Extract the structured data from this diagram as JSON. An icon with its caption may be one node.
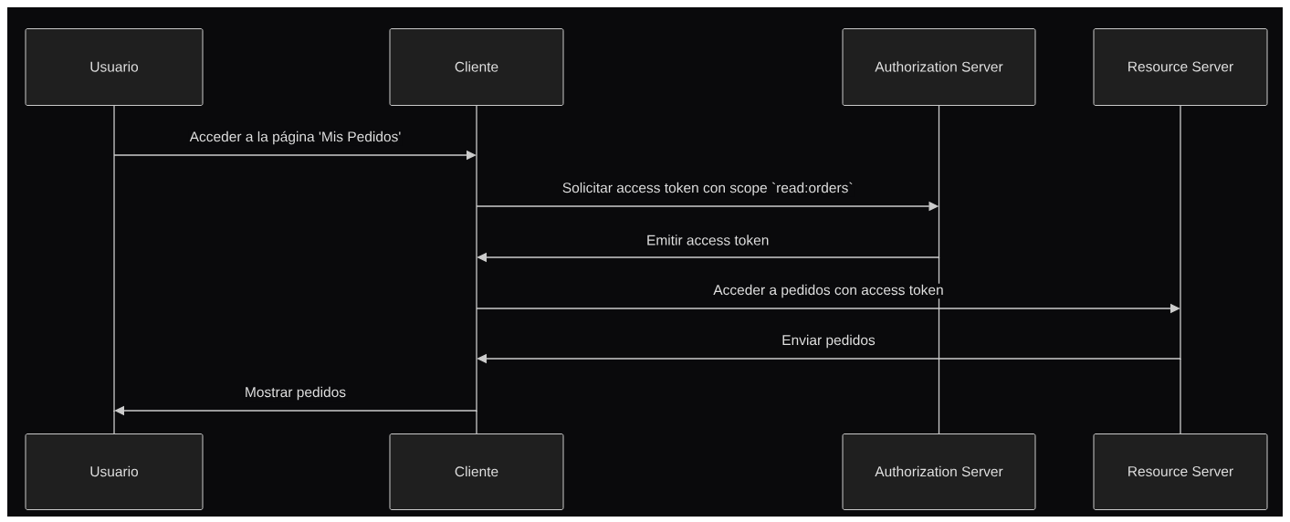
{
  "diagram": {
    "nodes": [
      {
        "text": [
          "Usuario"
        ]
      },
      {
        "text": [
          "Cliente"
        ]
      },
      {
        "text": [
          "Authorization Server"
        ]
      },
      {
        "text": [
          "Resource Server"
        ]
      },
      {
        "text": [
          "Usuario"
        ]
      },
      {
        "text": [
          "Cliente"
        ]
      },
      {
        "text": [
          "Authorization Server"
        ]
      },
      {
        "text": [
          "Resource Server"
        ]
      }
    ],
    "edges": [
      {
        "from": 0,
        "to": 4,
        "arrow": "none"
      },
      {
        "from": 1,
        "to": 5,
        "arrow": "none"
      },
      {
        "from": 2,
        "to": 6,
        "arrow": "none"
      },
      {
        "from": 3,
        "to": 7,
        "arrow": "none"
      },
      {
        "from": 0,
        "to": 1,
        "arrow": "to",
        "label": "Acceder a la página 'Mis Pedidos'"
      },
      {
        "from": 1,
        "to": 2,
        "arrow": "to",
        "label": "Solicitar access token con scope `read:orders`"
      },
      {
        "from": 2,
        "to": 1,
        "arrow": "to",
        "label": "Emitir access token"
      },
      {
        "from": 1,
        "to": 3,
        "arrow": "to",
        "label": "Acceder a pedidos con access token"
      },
      {
        "from": 3,
        "to": 1,
        "arrow": "to",
        "label": "Enviar pedidos"
      },
      {
        "from": 1,
        "to": 0,
        "arrow": "to",
        "label": "Mostrar pedidos"
      }
    ]
  }
}
